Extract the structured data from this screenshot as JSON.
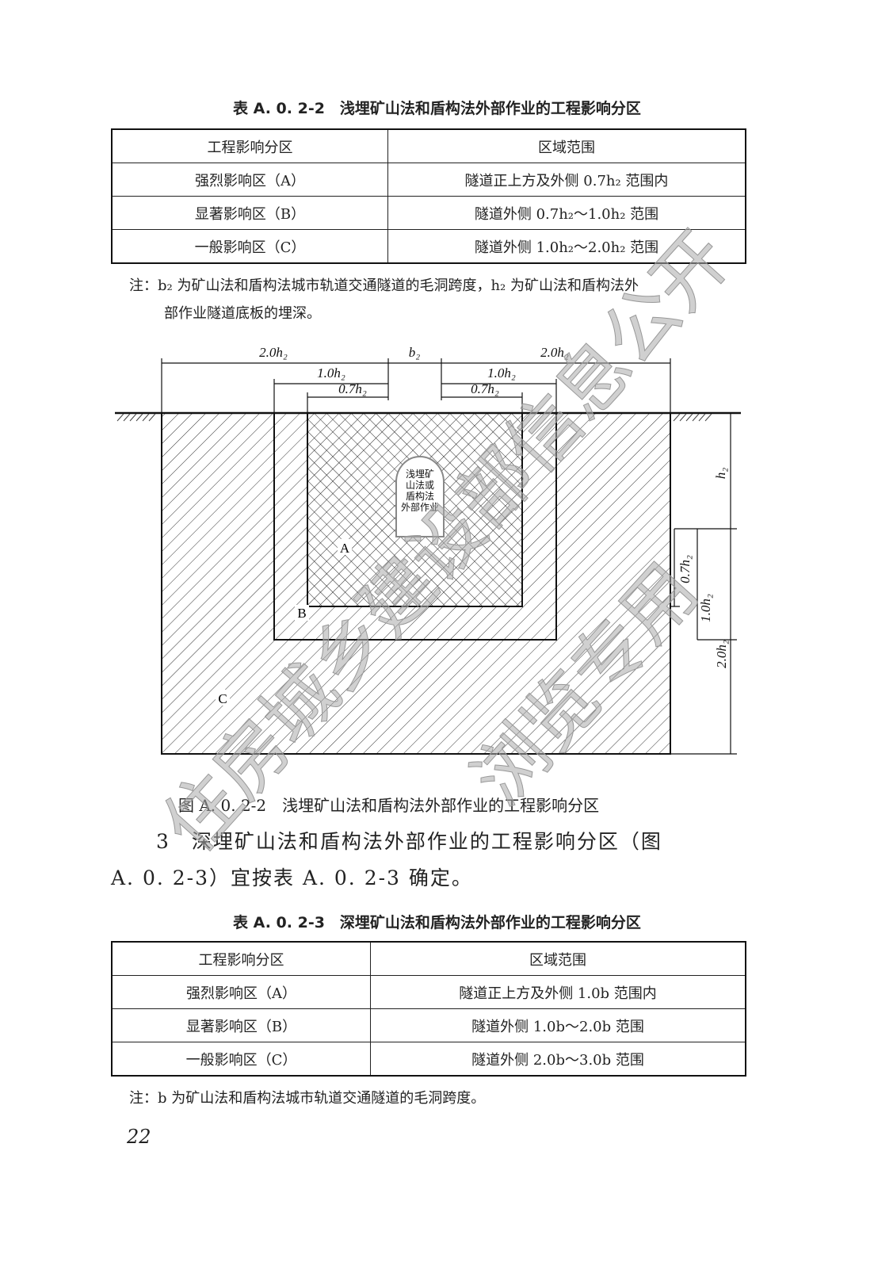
{
  "table1": {
    "caption": "表 A. 0. 2-2　浅埋矿山法和盾构法外部作业的工程影响分区",
    "headers": [
      "工程影响分区",
      "区域范围"
    ],
    "rows": [
      [
        "强烈影响区（A）",
        "隧道正上方及外侧 0.7h₂ 范围内"
      ],
      [
        "显著影响区（B）",
        "隧道外侧 0.7h₂～1.0h₂ 范围"
      ],
      [
        "一般影响区（C）",
        "隧道外侧 1.0h₂～2.0h₂ 范围"
      ]
    ],
    "note_line1": "注：b₂ 为矿山法和盾构法城市轨道交通隧道的毛洞跨度，h₂ 为矿山法和盾构法外",
    "note_line2": "部作业隧道底板的埋深。"
  },
  "figure": {
    "dims_top": {
      "left_outer": "2.0h₂",
      "center": "b₂",
      "right_outer": "2.0h₂",
      "left_mid": "1.0h₂",
      "right_mid": "1.0h₂",
      "left_inner": "0.7h₂",
      "right_inner": "0.7h₂"
    },
    "dims_right": {
      "depth": "h₂",
      "d07": "0.7h₂",
      "d10": "1.0h₂",
      "d20": "2.0h₂"
    },
    "tunnel_label": [
      "浅埋矿",
      "山法或",
      "盾构法",
      "外部作业"
    ],
    "zone_labels": {
      "a": "A",
      "b": "B",
      "c": "C"
    },
    "caption": "图 A. 0. 2-2　浅埋矿山法和盾构法外部作业的工程影响分区"
  },
  "paragraph": {
    "line1": "3　深埋矿山法和盾构法外部作业的工程影响分区（图",
    "line2": "A. 0. 2-3）宜按表 A. 0. 2-3 确定。"
  },
  "table2": {
    "caption": "表 A. 0. 2-3　深埋矿山法和盾构法外部作业的工程影响分区",
    "headers": [
      "工程影响分区",
      "区域范围"
    ],
    "rows": [
      [
        "强烈影响区（A）",
        "隧道正上方及外侧 1.0b 范围内"
      ],
      [
        "显著影响区（B）",
        "隧道外侧 1.0b～2.0b 范围"
      ],
      [
        "一般影响区（C）",
        "隧道外侧 2.0b～3.0b 范围"
      ]
    ],
    "note": "注：b 为矿山法和盾构法城市轨道交通隧道的毛洞跨度。"
  },
  "page_number": "22",
  "watermark": {
    "line1": "住房城乡建设部信息公开",
    "line2": "浏览专用"
  }
}
